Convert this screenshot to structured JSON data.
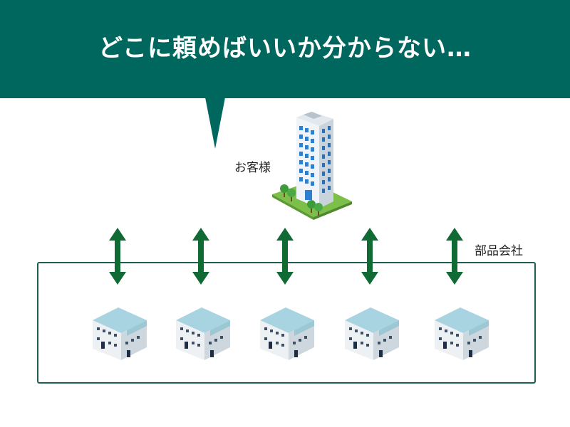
{
  "header": {
    "title": "どこに頼めばいいか分からない…",
    "background": "#00675f"
  },
  "diagram": {
    "customer": {
      "label": "お客様",
      "icon": "office-building-icon"
    },
    "suppliers": {
      "label": "部品会社",
      "count": 5,
      "icon": "factory-icon"
    },
    "connector": {
      "icon": "double-arrow-icon",
      "color": "#0f6a34"
    }
  }
}
